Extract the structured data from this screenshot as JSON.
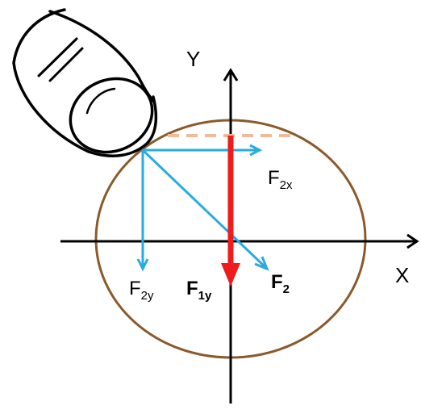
{
  "axes": {
    "x_label": "X",
    "y_label": "Y"
  },
  "vectors": {
    "f2x": {
      "main": "F",
      "sub": "2x"
    },
    "f2y": {
      "main": "F",
      "sub": "2y"
    },
    "f1y": {
      "main": "F",
      "sub": "1y"
    },
    "f2": {
      "main": "F",
      "sub": "2"
    }
  },
  "colors": {
    "axis": "#000000",
    "ellipse": "#8B5A2B",
    "blue_vector": "#29ABE2",
    "red_vector": "#EE1C1C",
    "dashed_line": "#F4B89A",
    "finger": "#000000"
  }
}
